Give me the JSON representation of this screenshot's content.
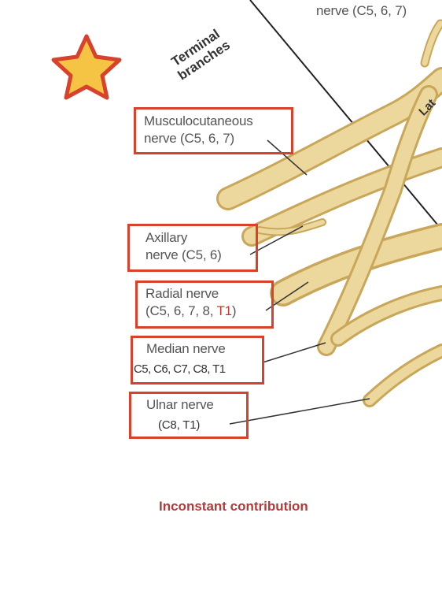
{
  "top_label": "nerve (C5, 6, 7)",
  "heading": {
    "line1": "Terminal",
    "line2": "branches"
  },
  "cord_label": "Lat",
  "labels": {
    "musculocutaneous": {
      "line1": "Musculocutaneous",
      "line2": "nerve (C5, 6, 7)"
    },
    "axillary": {
      "line1": "Axillary",
      "line2": "nerve (C5, 6)"
    },
    "radial": {
      "line1": "Radial nerve",
      "line2_prefix": "(C5, 6, 7,  8, ",
      "line2_highlight": "T1",
      "line2_suffix": ")"
    },
    "median": {
      "line1": "Median nerve",
      "line2": "C5, C6, C7, C8, T1"
    },
    "ulnar": {
      "line1": "Ulnar nerve",
      "line2": "(C8, T1)"
    }
  },
  "footnote": "Inconstant contribution",
  "colors": {
    "box": "#d8412b",
    "nerve": "#e7cf8e",
    "nerve_dark": "#c9a85a",
    "star_fill": "#f6c445",
    "star_stroke": "#d8412b",
    "footnote": "#b23a3a"
  }
}
